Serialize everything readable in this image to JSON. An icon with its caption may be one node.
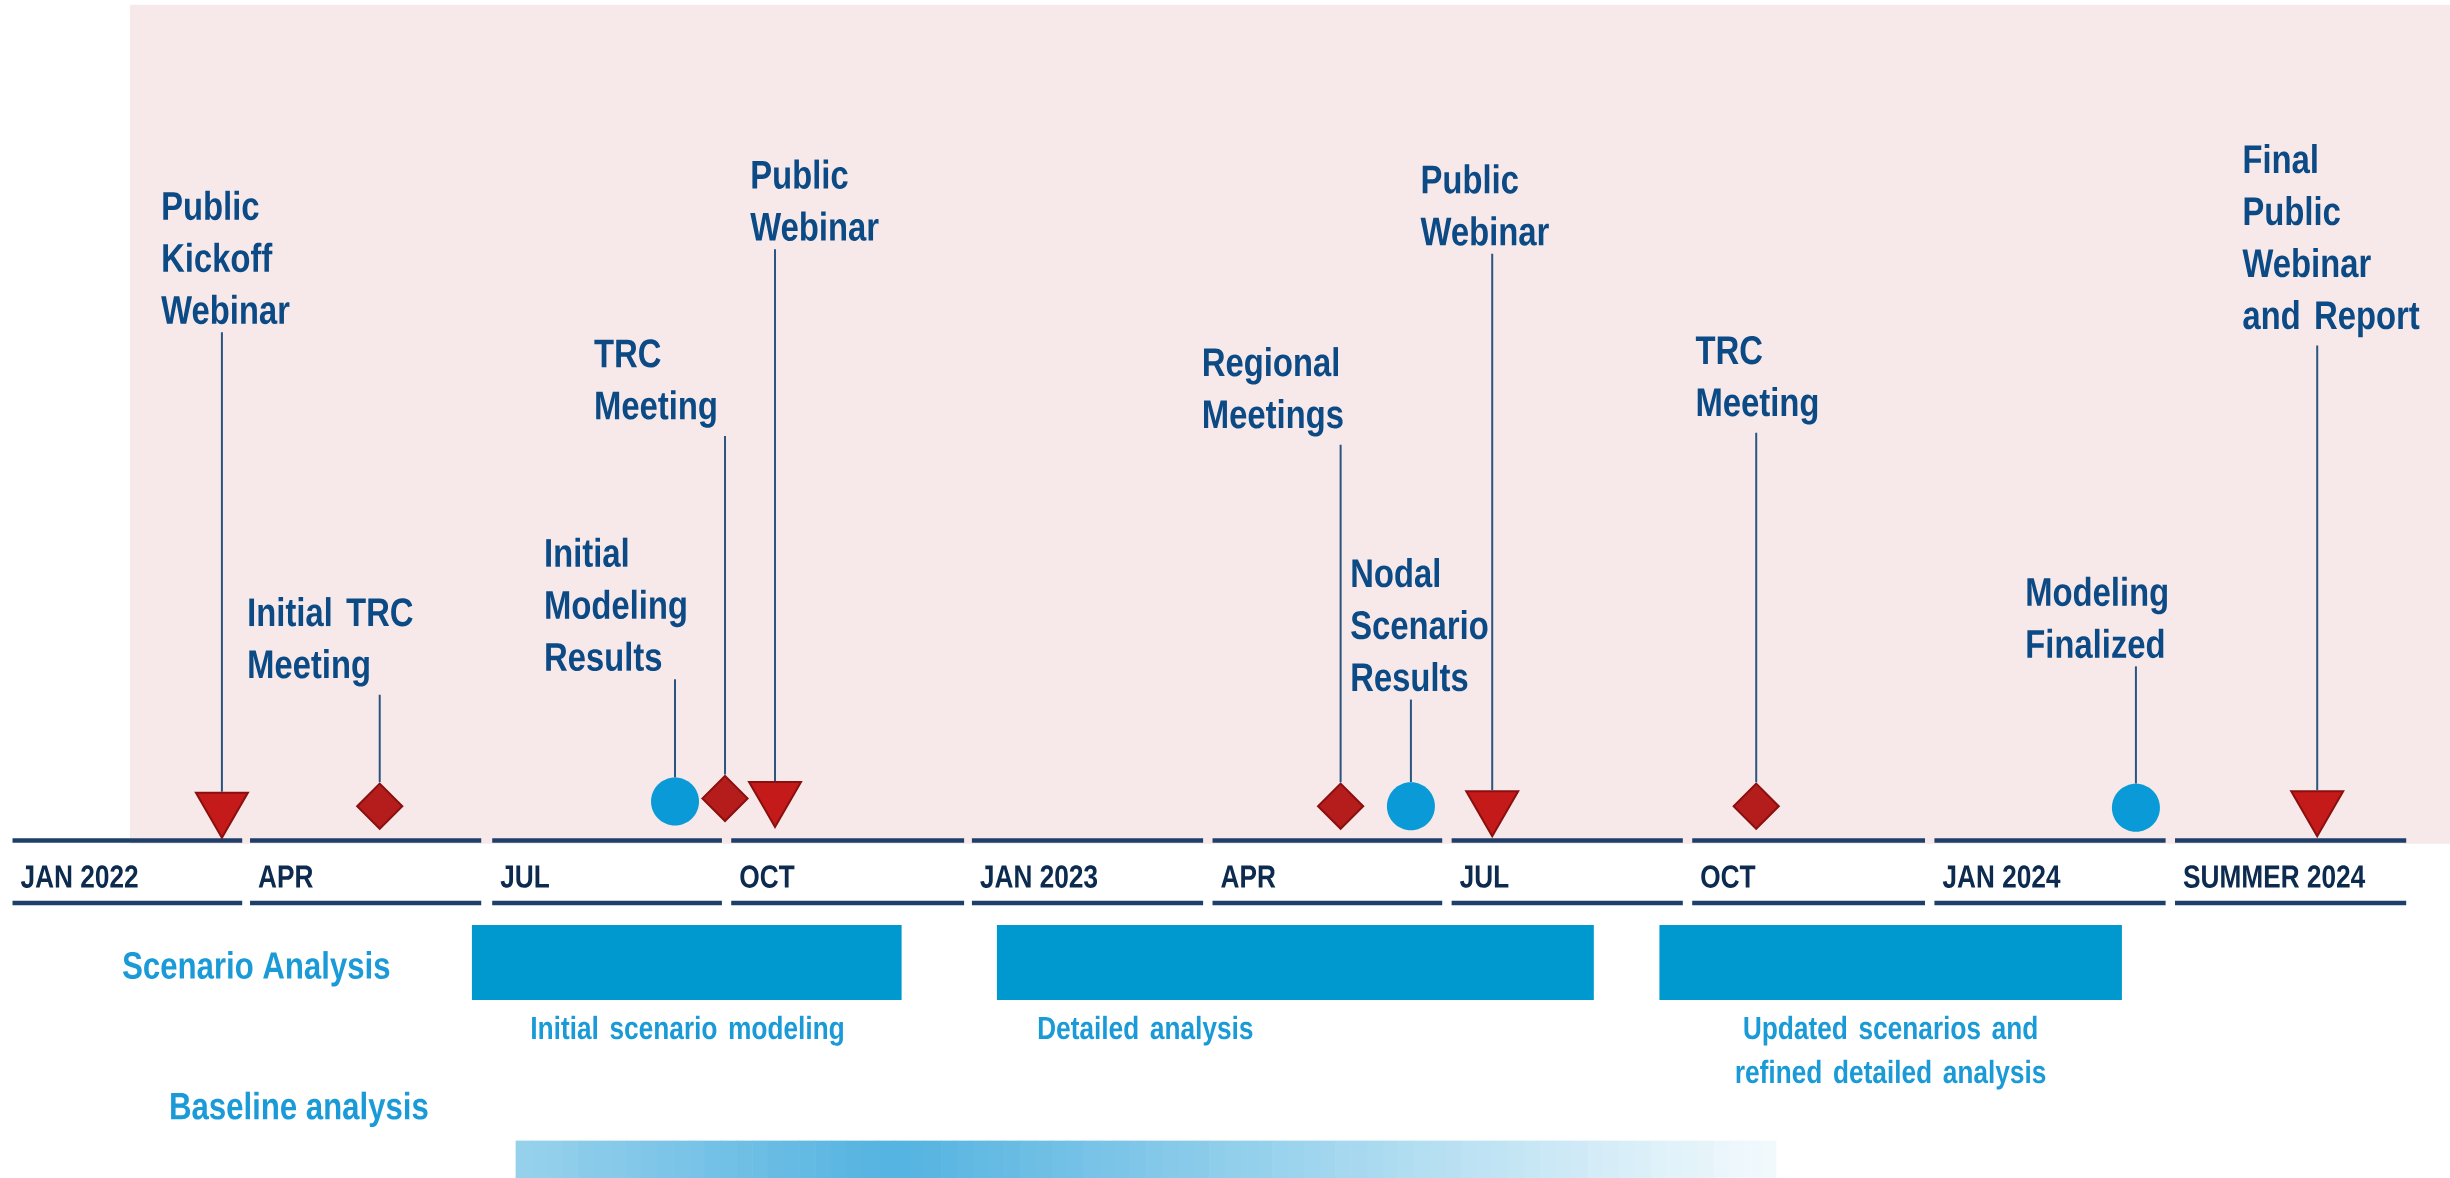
{
  "diagram": {
    "nodes": [
      {
        "text": [
          "Public Kickoff Webinar"
        ]
      },
      {
        "text": [
          "Initial TRC Meeting"
        ]
      },
      {
        "text": [
          "Initial Modeling Results"
        ]
      },
      {
        "text": [
          "TRC Meeting"
        ]
      },
      {
        "text": [
          "Public Webinar"
        ]
      },
      {
        "text": [
          "Regional Meetings"
        ]
      },
      {
        "text": [
          "Nodal Scenario Results"
        ]
      },
      {
        "text": [
          "Public Webinar"
        ]
      },
      {
        "text": [
          "TRC Meeting"
        ]
      },
      {
        "text": [
          "Modeling Finalized"
        ]
      },
      {
        "text": [
          "Final Public Webinar and Report"
        ]
      },
      {
        "text": [],
        "shape": "triangle"
      },
      {
        "text": [],
        "shape": "diamond"
      },
      {
        "text": [],
        "shape": "circle"
      },
      {
        "text": [],
        "shape": "diamond"
      },
      {
        "text": [],
        "shape": "triangle"
      },
      {
        "text": [],
        "shape": "diamond"
      },
      {
        "text": [],
        "shape": "circle"
      },
      {
        "text": [],
        "shape": "triangle"
      },
      {
        "text": [],
        "shape": "diamond"
      },
      {
        "text": [],
        "shape": "circle"
      },
      {
        "text": [],
        "shape": "triangle"
      },
      {
        "text": [],
        "shape": "bar",
        "beside": [
          "Initial scenario modeling"
        ]
      },
      {
        "text": [],
        "shape": "bar",
        "beside": [
          "Detailed analysis"
        ]
      },
      {
        "text": [],
        "shape": "bar",
        "beside": [
          "Updated scenarios and refined detailed analysis"
        ]
      },
      {
        "text": [],
        "shape": "bar"
      }
    ],
    "edges": [
      {
        "from": 0,
        "to": 11,
        "arrow": "none"
      },
      {
        "from": 1,
        "to": 12,
        "arrow": "none"
      },
      {
        "from": 2,
        "to": 13,
        "arrow": "none"
      },
      {
        "from": 3,
        "to": 14,
        "arrow": "none"
      },
      {
        "from": 4,
        "to": 15,
        "arrow": "none"
      },
      {
        "from": 5,
        "to": 16,
        "arrow": "none"
      },
      {
        "from": 6,
        "to": 17,
        "arrow": "none"
      },
      {
        "from": 7,
        "to": 18,
        "arrow": "none"
      },
      {
        "from": 8,
        "to": 19,
        "arrow": "none"
      },
      {
        "from": 9,
        "to": 20,
        "arrow": "none"
      },
      {
        "from": 10,
        "to": 21,
        "arrow": "none"
      }
    ],
    "labels": [
      "JAN 2022",
      "APR",
      "JUL",
      "OCT",
      "JAN 2023",
      "APR",
      "JUL",
      "OCT",
      "JAN 2024",
      "SUMMER  2024",
      "Scenario Analysis",
      "Baseline analysis"
    ]
  }
}
